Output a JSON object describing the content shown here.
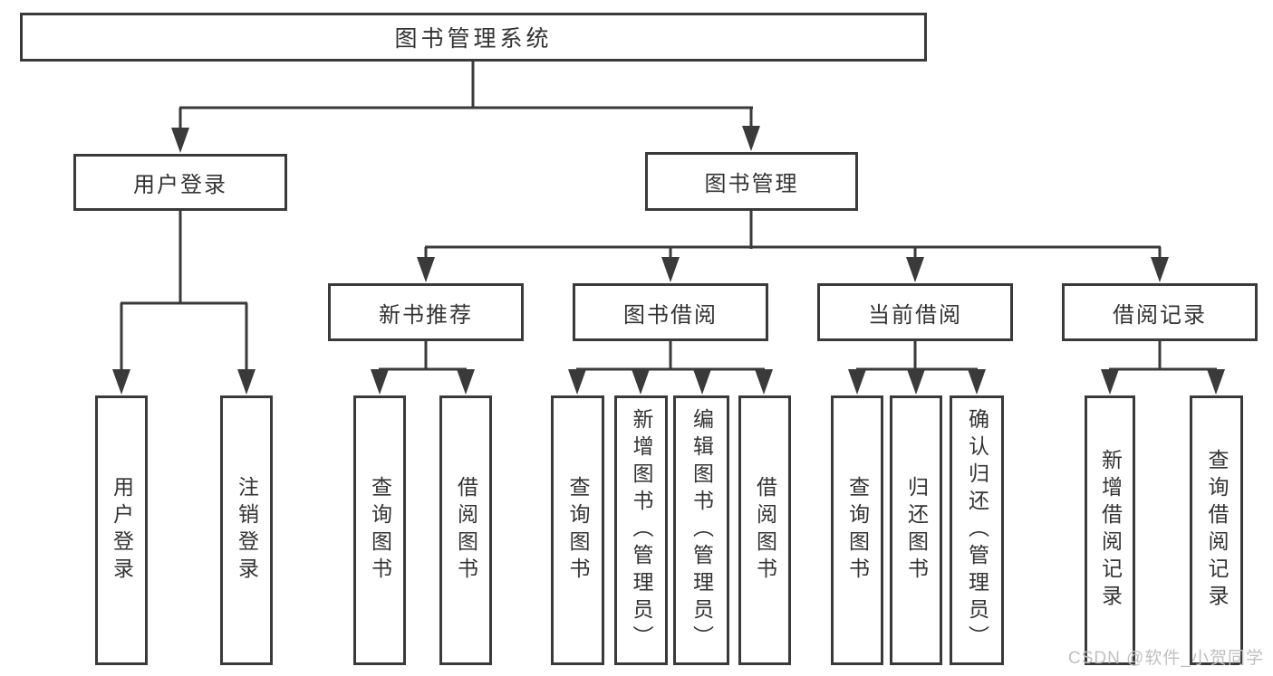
{
  "diagram": {
    "type": "hierarchy-tree",
    "colors": {
      "line": "#3a3a3a",
      "box_border": "#3a3a3a",
      "text": "#333333",
      "background": "#ffffff",
      "watermark": "#c0c0c0"
    },
    "nodes": {
      "root": {
        "label": "图书管理系统"
      },
      "user_login": {
        "label": "用户登录"
      },
      "book_management": {
        "label": "图书管理"
      },
      "new_book_recommend": {
        "label": "新书推荐"
      },
      "book_borrow": {
        "label": "图书借阅"
      },
      "current_borrow": {
        "label": "当前借阅"
      },
      "borrow_records": {
        "label": "借阅记录"
      },
      "leaf_user_login": {
        "label": "用户登录"
      },
      "leaf_logout": {
        "label": "注销登录"
      },
      "leaf_query_books_recommend": {
        "label": "查询图书"
      },
      "leaf_borrow_books_recommend": {
        "label": "借阅图书"
      },
      "leaf_query_books_borrow": {
        "label": "查询图书"
      },
      "leaf_add_book_admin": {
        "label": "新增图书（管理员）"
      },
      "leaf_edit_book_admin": {
        "label": "编辑图书（管理员）"
      },
      "leaf_borrow_books_borrow": {
        "label": "借阅图书"
      },
      "leaf_query_books_current": {
        "label": "查询图书"
      },
      "leaf_return_books": {
        "label": "归还图书"
      },
      "leaf_confirm_return_admin": {
        "label": "确认归还（管理员）"
      },
      "leaf_add_borrow_record": {
        "label": "新增借阅记录"
      },
      "leaf_query_borrow_record": {
        "label": "查询借阅记录"
      }
    },
    "edges": [
      {
        "from": "图书管理系统",
        "to": "用户登录"
      },
      {
        "from": "图书管理系统",
        "to": "图书管理"
      },
      {
        "from": "用户登录",
        "to": "用户登录"
      },
      {
        "from": "用户登录",
        "to": "注销登录"
      },
      {
        "from": "图书管理",
        "to": "新书推荐"
      },
      {
        "from": "图书管理",
        "to": "图书借阅"
      },
      {
        "from": "图书管理",
        "to": "当前借阅"
      },
      {
        "from": "图书管理",
        "to": "借阅记录"
      },
      {
        "from": "新书推荐",
        "to": "查询图书"
      },
      {
        "from": "新书推荐",
        "to": "借阅图书"
      },
      {
        "from": "图书借阅",
        "to": "查询图书"
      },
      {
        "from": "图书借阅",
        "to": "新增图书（管理员）"
      },
      {
        "from": "图书借阅",
        "to": "编辑图书（管理员）"
      },
      {
        "from": "图书借阅",
        "to": "借阅图书"
      },
      {
        "from": "当前借阅",
        "to": "查询图书"
      },
      {
        "from": "当前借阅",
        "to": "归还图书"
      },
      {
        "from": "当前借阅",
        "to": "确认归还（管理员）"
      },
      {
        "from": "借阅记录",
        "to": "新增借阅记录"
      },
      {
        "from": "借阅记录",
        "to": "查询借阅记录"
      }
    ],
    "watermark": "CSDN @软件_小贺同学"
  }
}
